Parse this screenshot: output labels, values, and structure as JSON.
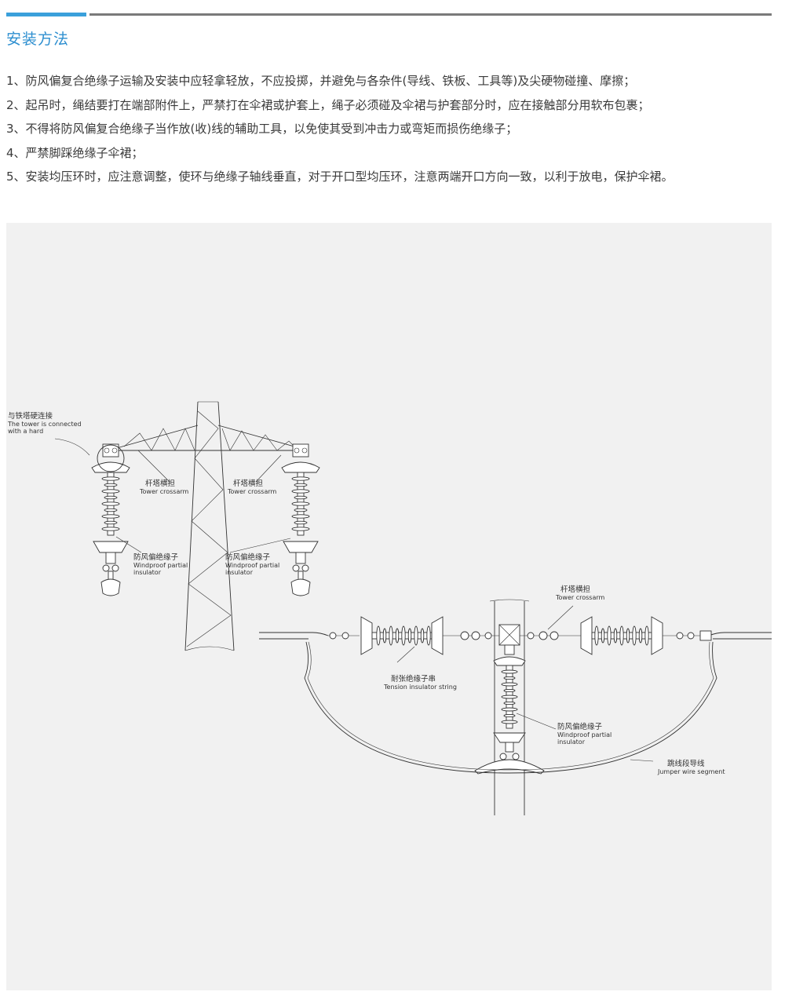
{
  "header": {
    "title": "安装方法"
  },
  "steps": [
    "1、防风偏复合绝缘子运输及安装中应轻拿轻放，不应投掷，并避免与各杂件(导线、铁板、工具等)及尖硬物碰撞、摩擦；",
    "2、起吊时，绳结要打在端部附件上，严禁打在伞裙或护套上，绳子必须碰及伞裙与护套部分时，应在接触部分用软布包裹；",
    "3、不得将防风偏复合绝缘子当作放(收)线的辅助工具，以免使其受到冲击力或弯矩而损伤绝缘子；",
    "4、严禁脚踩绝缘子伞裙；",
    "5、安装均压环时，应注意调整，使环与绝缘子轴线垂直，对于开口型均压环，注意两端开口方向一致，以利于放电，保护伞裙。"
  ],
  "diagram": {
    "labels": {
      "hard_zh": "与铁塔硬连接",
      "hard_en1": "The tower is connected",
      "hard_en2": "with a hard",
      "crossarm_left_zh": "杆塔横担",
      "crossarm_left_en": "Tower crossarm",
      "crossarm_mid_zh": "杆塔横担",
      "crossarm_mid_en": "Tower crossarm",
      "crossarm_right_zh": "杆塔横担",
      "crossarm_right_en": "Tower crossarm",
      "windproof_left_zh": "防风偏绝缘子",
      "windproof_left_en1": "Windproof partial",
      "windproof_left_en2": "insulator",
      "windproof_mid_zh": "防风偏绝缘子",
      "windproof_mid_en1": "Windproof partial",
      "windproof_mid_en2": "insulator",
      "windproof_right_zh": "防风偏绝缘子",
      "windproof_right_en1": "Windproof partial",
      "windproof_right_en2": "insulator",
      "tension_zh": "耐张绝缘子串",
      "tension_en": "Tension insulator string",
      "jumper_zh": "跳线段导线",
      "jumper_en": "Jumper wire segment"
    },
    "colors": {
      "accent": "#3aa0db",
      "rule": "#7a7a7a",
      "title": "#2e8fd0",
      "panel": "#f1f1f1"
    }
  }
}
